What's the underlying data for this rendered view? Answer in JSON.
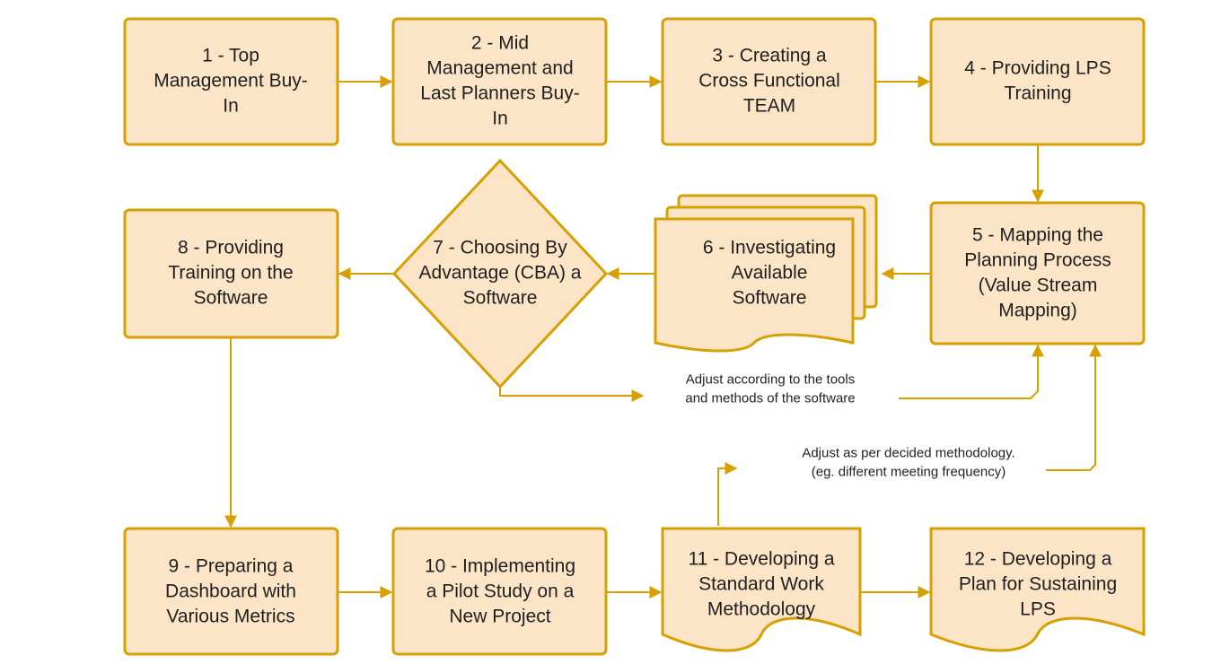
{
  "colors": {
    "fill": "#fce5c7",
    "stroke": "#d6a000",
    "text": "#1f1f1f"
  },
  "nodes": [
    {
      "id": "n1",
      "shape": "rect",
      "text": "1 - Top|Management Buy-|In"
    },
    {
      "id": "n2",
      "shape": "rect",
      "text": "2 - Mid|Management and|Last Planners Buy-|In"
    },
    {
      "id": "n3",
      "shape": "rect",
      "text": "3 - Creating a|Cross Functional|TEAM"
    },
    {
      "id": "n4",
      "shape": "rect",
      "text": "4 - Providing LPS|Training"
    },
    {
      "id": "n5",
      "shape": "rect",
      "text": "5 - Mapping the|Planning Process|(Value Stream|Mapping)"
    },
    {
      "id": "n6",
      "shape": "multidoc",
      "text": "6 - Investigating|Available|Software"
    },
    {
      "id": "n7",
      "shape": "diamond",
      "text": "7 - Choosing By|Advantage (CBA) a|Software"
    },
    {
      "id": "n8",
      "shape": "rect",
      "text": "8 - Providing|Training on the|Software"
    },
    {
      "id": "n9",
      "shape": "rect",
      "text": "9 - Preparing a|Dashboard with|Various Metrics"
    },
    {
      "id": "n10",
      "shape": "rect",
      "text": "10 - Implementing|a Pilot Study on a|New Project"
    },
    {
      "id": "n11",
      "shape": "document",
      "text": "11 - Developing a|Standard Work|Methodology"
    },
    {
      "id": "n12",
      "shape": "document",
      "text": "12 - Developing a|Plan for Sustaining|LPS"
    }
  ],
  "edges": [
    {
      "from": "n1",
      "to": "n2"
    },
    {
      "from": "n2",
      "to": "n3"
    },
    {
      "from": "n3",
      "to": "n4"
    },
    {
      "from": "n4",
      "to": "n5"
    },
    {
      "from": "n5",
      "to": "n6"
    },
    {
      "from": "n6",
      "to": "n7"
    },
    {
      "from": "n7",
      "to": "n8"
    },
    {
      "from": "n8",
      "to": "n9"
    },
    {
      "from": "n9",
      "to": "n10"
    },
    {
      "from": "n10",
      "to": "n11"
    },
    {
      "from": "n11",
      "to": "n12"
    },
    {
      "from": "n7",
      "to": "n5",
      "label": "Adjust according to the tools|and methods of the software"
    },
    {
      "from": "n11",
      "to": "n5",
      "label": "Adjust as per decided methodology.|(eg. different meeting frequency)"
    }
  ]
}
